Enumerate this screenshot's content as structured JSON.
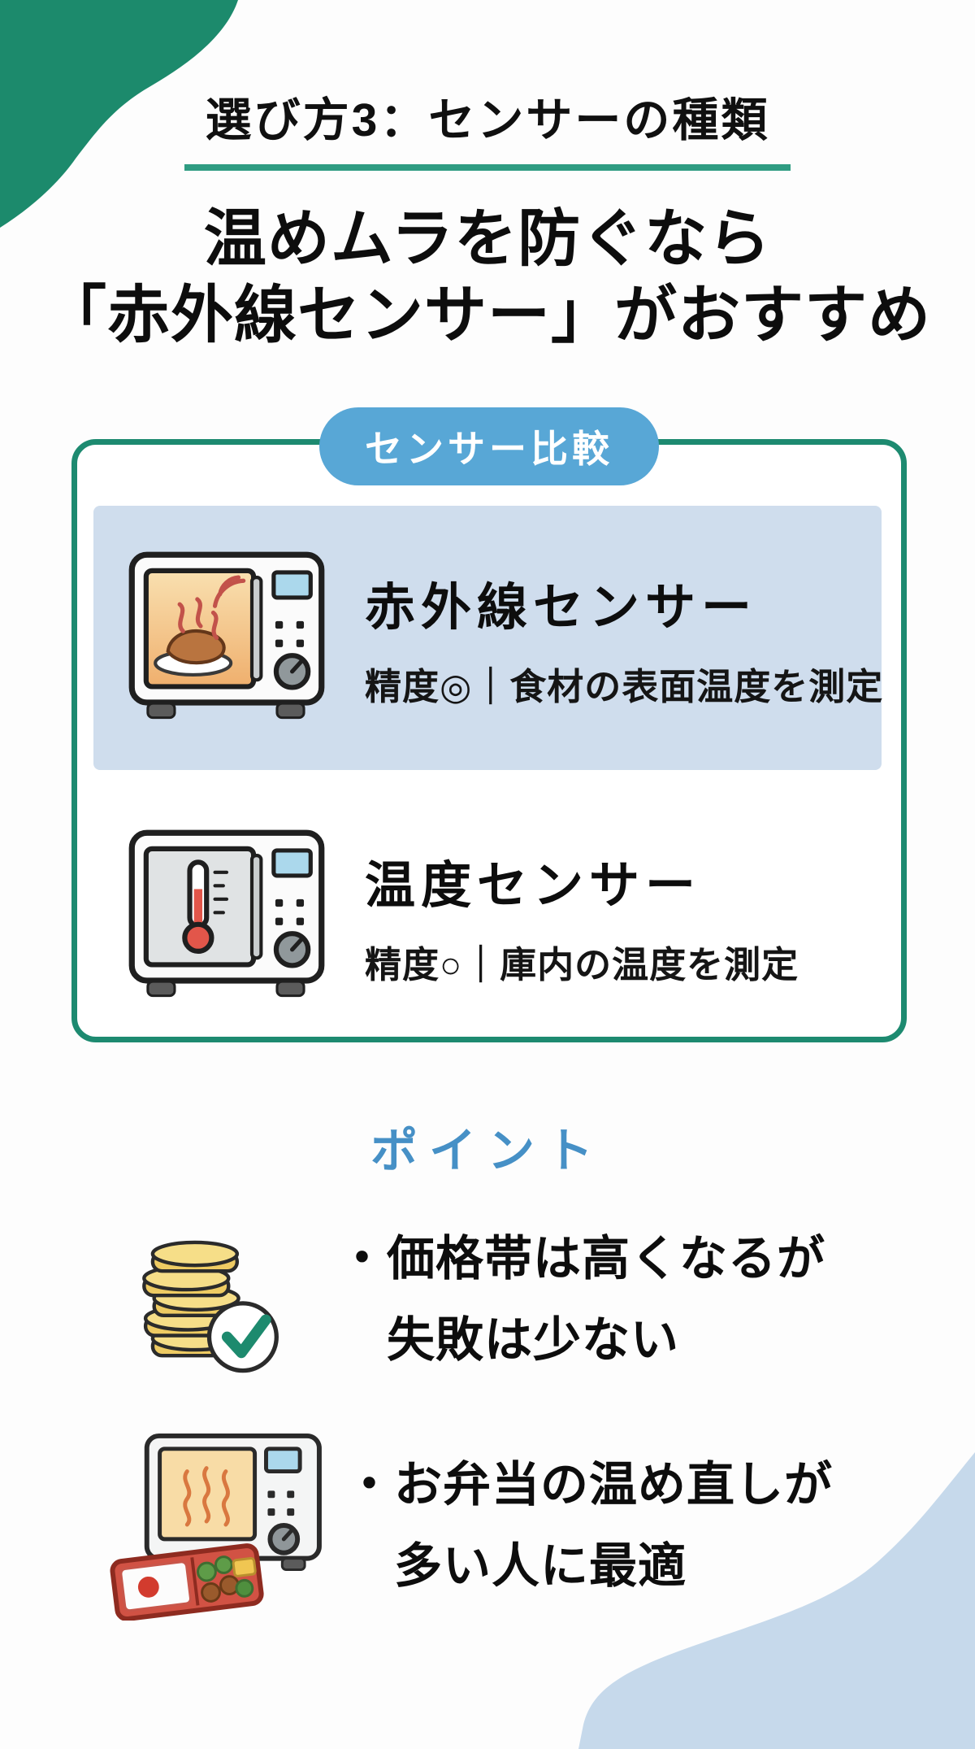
{
  "page": {
    "section_label": "選び方3：センサーの種類",
    "heading_line1": "温めムラを防ぐなら",
    "heading_line2": "「赤外線センサー」がおすすめ"
  },
  "comparison": {
    "badge": "センサー比較",
    "rows": [
      {
        "title": "赤外線センサー",
        "subtitle": "精度◎｜食材の表面温度を測定",
        "highlighted": true
      },
      {
        "title": "温度センサー",
        "subtitle": "精度○｜庫内の温度を測定",
        "highlighted": false
      }
    ]
  },
  "points": {
    "heading": "ポイント",
    "items": [
      {
        "line1": "・価格帯は高くなるが",
        "line2": "失敗は少ない"
      },
      {
        "line1": "・お弁当の温め直しが",
        "line2": "多い人に最適"
      }
    ]
  },
  "icons": {
    "row1": "microwave-infrared-icon",
    "row2": "microwave-thermometer-icon",
    "point1": "coins-check-icon",
    "point2": "bento-microwave-icon"
  },
  "colors": {
    "accent_green": "#1d8a70",
    "underline_teal": "#2f9c82",
    "badge_blue": "#58a7d6",
    "row_highlight": "#cfdded",
    "points_blue": "#4690c6",
    "blob_green": "#1c8a6c",
    "blob_blue": "#c6d9eb"
  }
}
